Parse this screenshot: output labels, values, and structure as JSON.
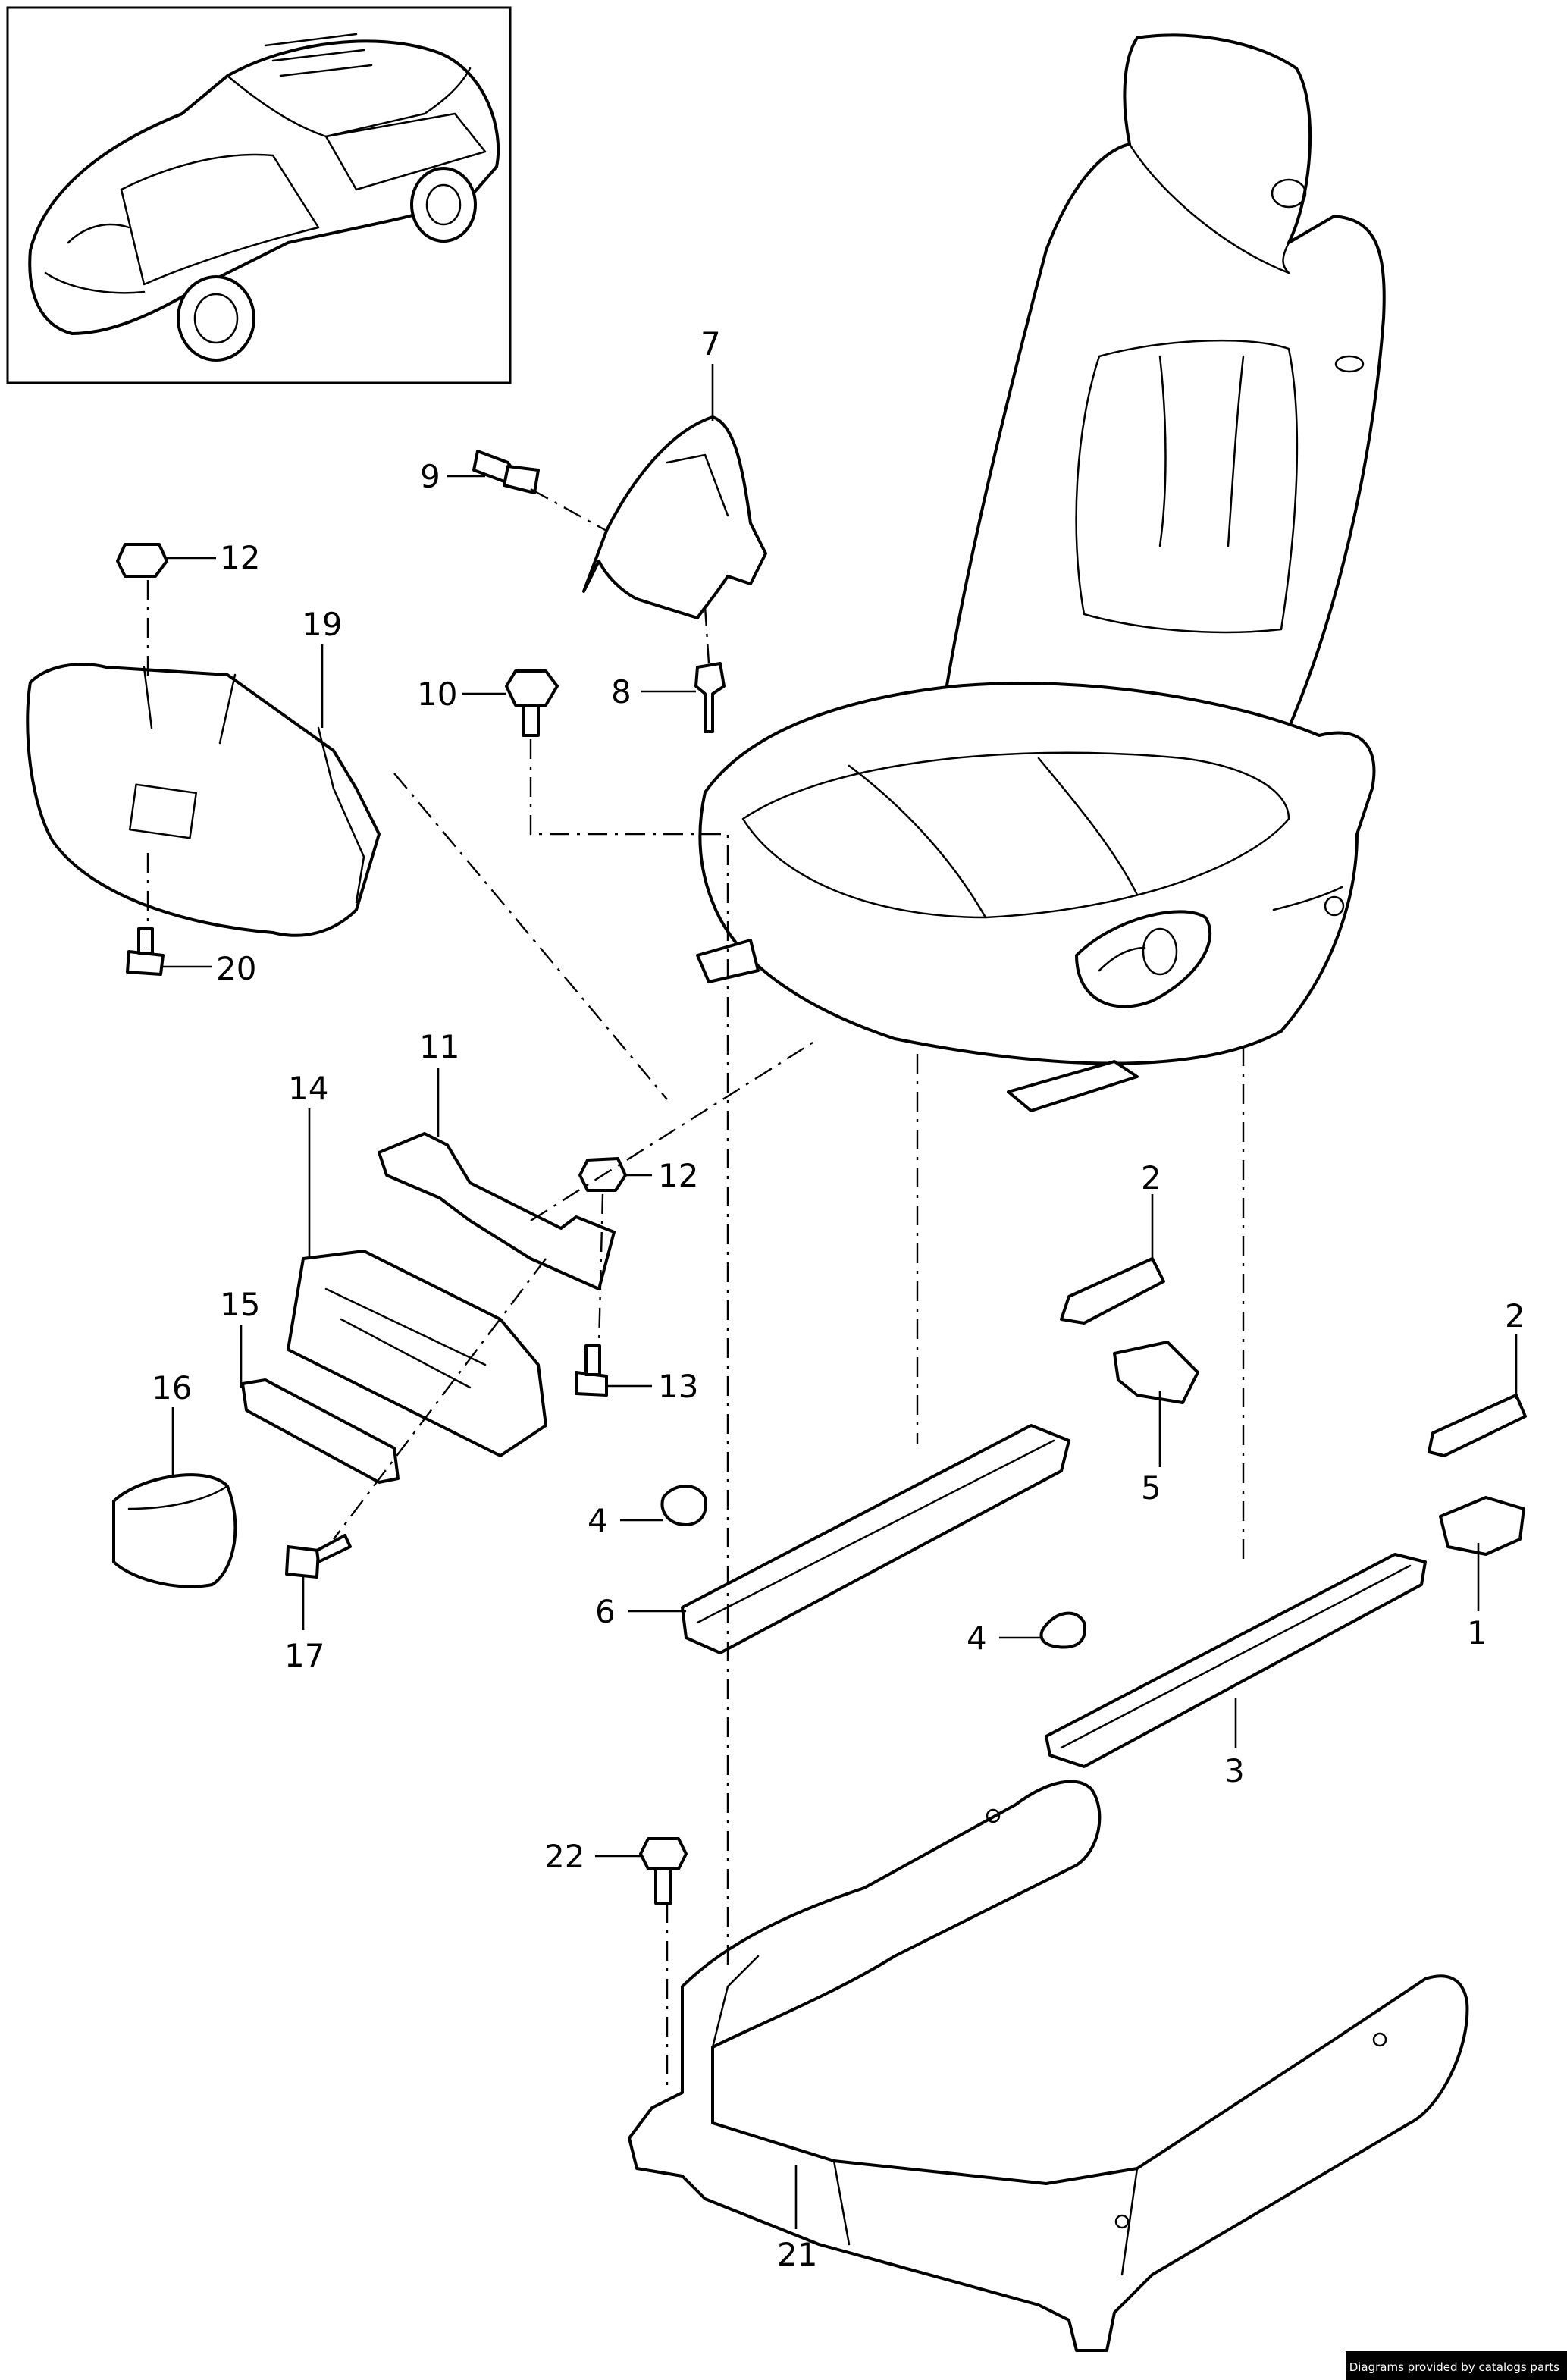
{
  "callouts": [
    {
      "id": "1",
      "label": "1"
    },
    {
      "id": "2a",
      "label": "2"
    },
    {
      "id": "2b",
      "label": "2"
    },
    {
      "id": "3",
      "label": "3"
    },
    {
      "id": "4a",
      "label": "4"
    },
    {
      "id": "4b",
      "label": "4"
    },
    {
      "id": "5",
      "label": "5"
    },
    {
      "id": "6",
      "label": "6"
    },
    {
      "id": "7",
      "label": "7"
    },
    {
      "id": "8",
      "label": "8"
    },
    {
      "id": "9",
      "label": "9"
    },
    {
      "id": "10",
      "label": "10"
    },
    {
      "id": "11",
      "label": "11"
    },
    {
      "id": "12a",
      "label": "12"
    },
    {
      "id": "12b",
      "label": "12"
    },
    {
      "id": "13",
      "label": "13"
    },
    {
      "id": "14",
      "label": "14"
    },
    {
      "id": "15",
      "label": "15"
    },
    {
      "id": "16",
      "label": "16"
    },
    {
      "id": "17",
      "label": "17"
    },
    {
      "id": "19",
      "label": "19"
    },
    {
      "id": "20",
      "label": "20"
    },
    {
      "id": "21",
      "label": "21"
    },
    {
      "id": "22",
      "label": "22"
    }
  ],
  "credit": "Diagrams provided by catalogs parts"
}
